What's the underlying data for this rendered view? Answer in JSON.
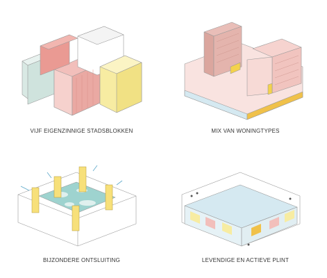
{
  "panels": [
    {
      "caption": "VIJF EIGENZINNIGE STADSBLOKKEN"
    },
    {
      "caption": "MIX VAN WONINGTYPES"
    },
    {
      "caption": "BIJZONDERE ONTSLUITING"
    },
    {
      "caption": "LEVENDIGE EN ACTIEVE PLINT"
    }
  ],
  "colors": {
    "line": "#9a9a9a",
    "white": "#ffffff",
    "mint": "#d9e9e4",
    "pink": "#f2bfbb",
    "salmon": "#ea9a93",
    "yellow": "#f7eca2",
    "yellow_bright": "#f4d24c",
    "dusty_rose": "#dba69e",
    "light_blue": "#d5e9f1",
    "aqua": "#9ed3cf",
    "mustard": "#f0c14a",
    "arrow_blue": "#5ba8c9"
  }
}
